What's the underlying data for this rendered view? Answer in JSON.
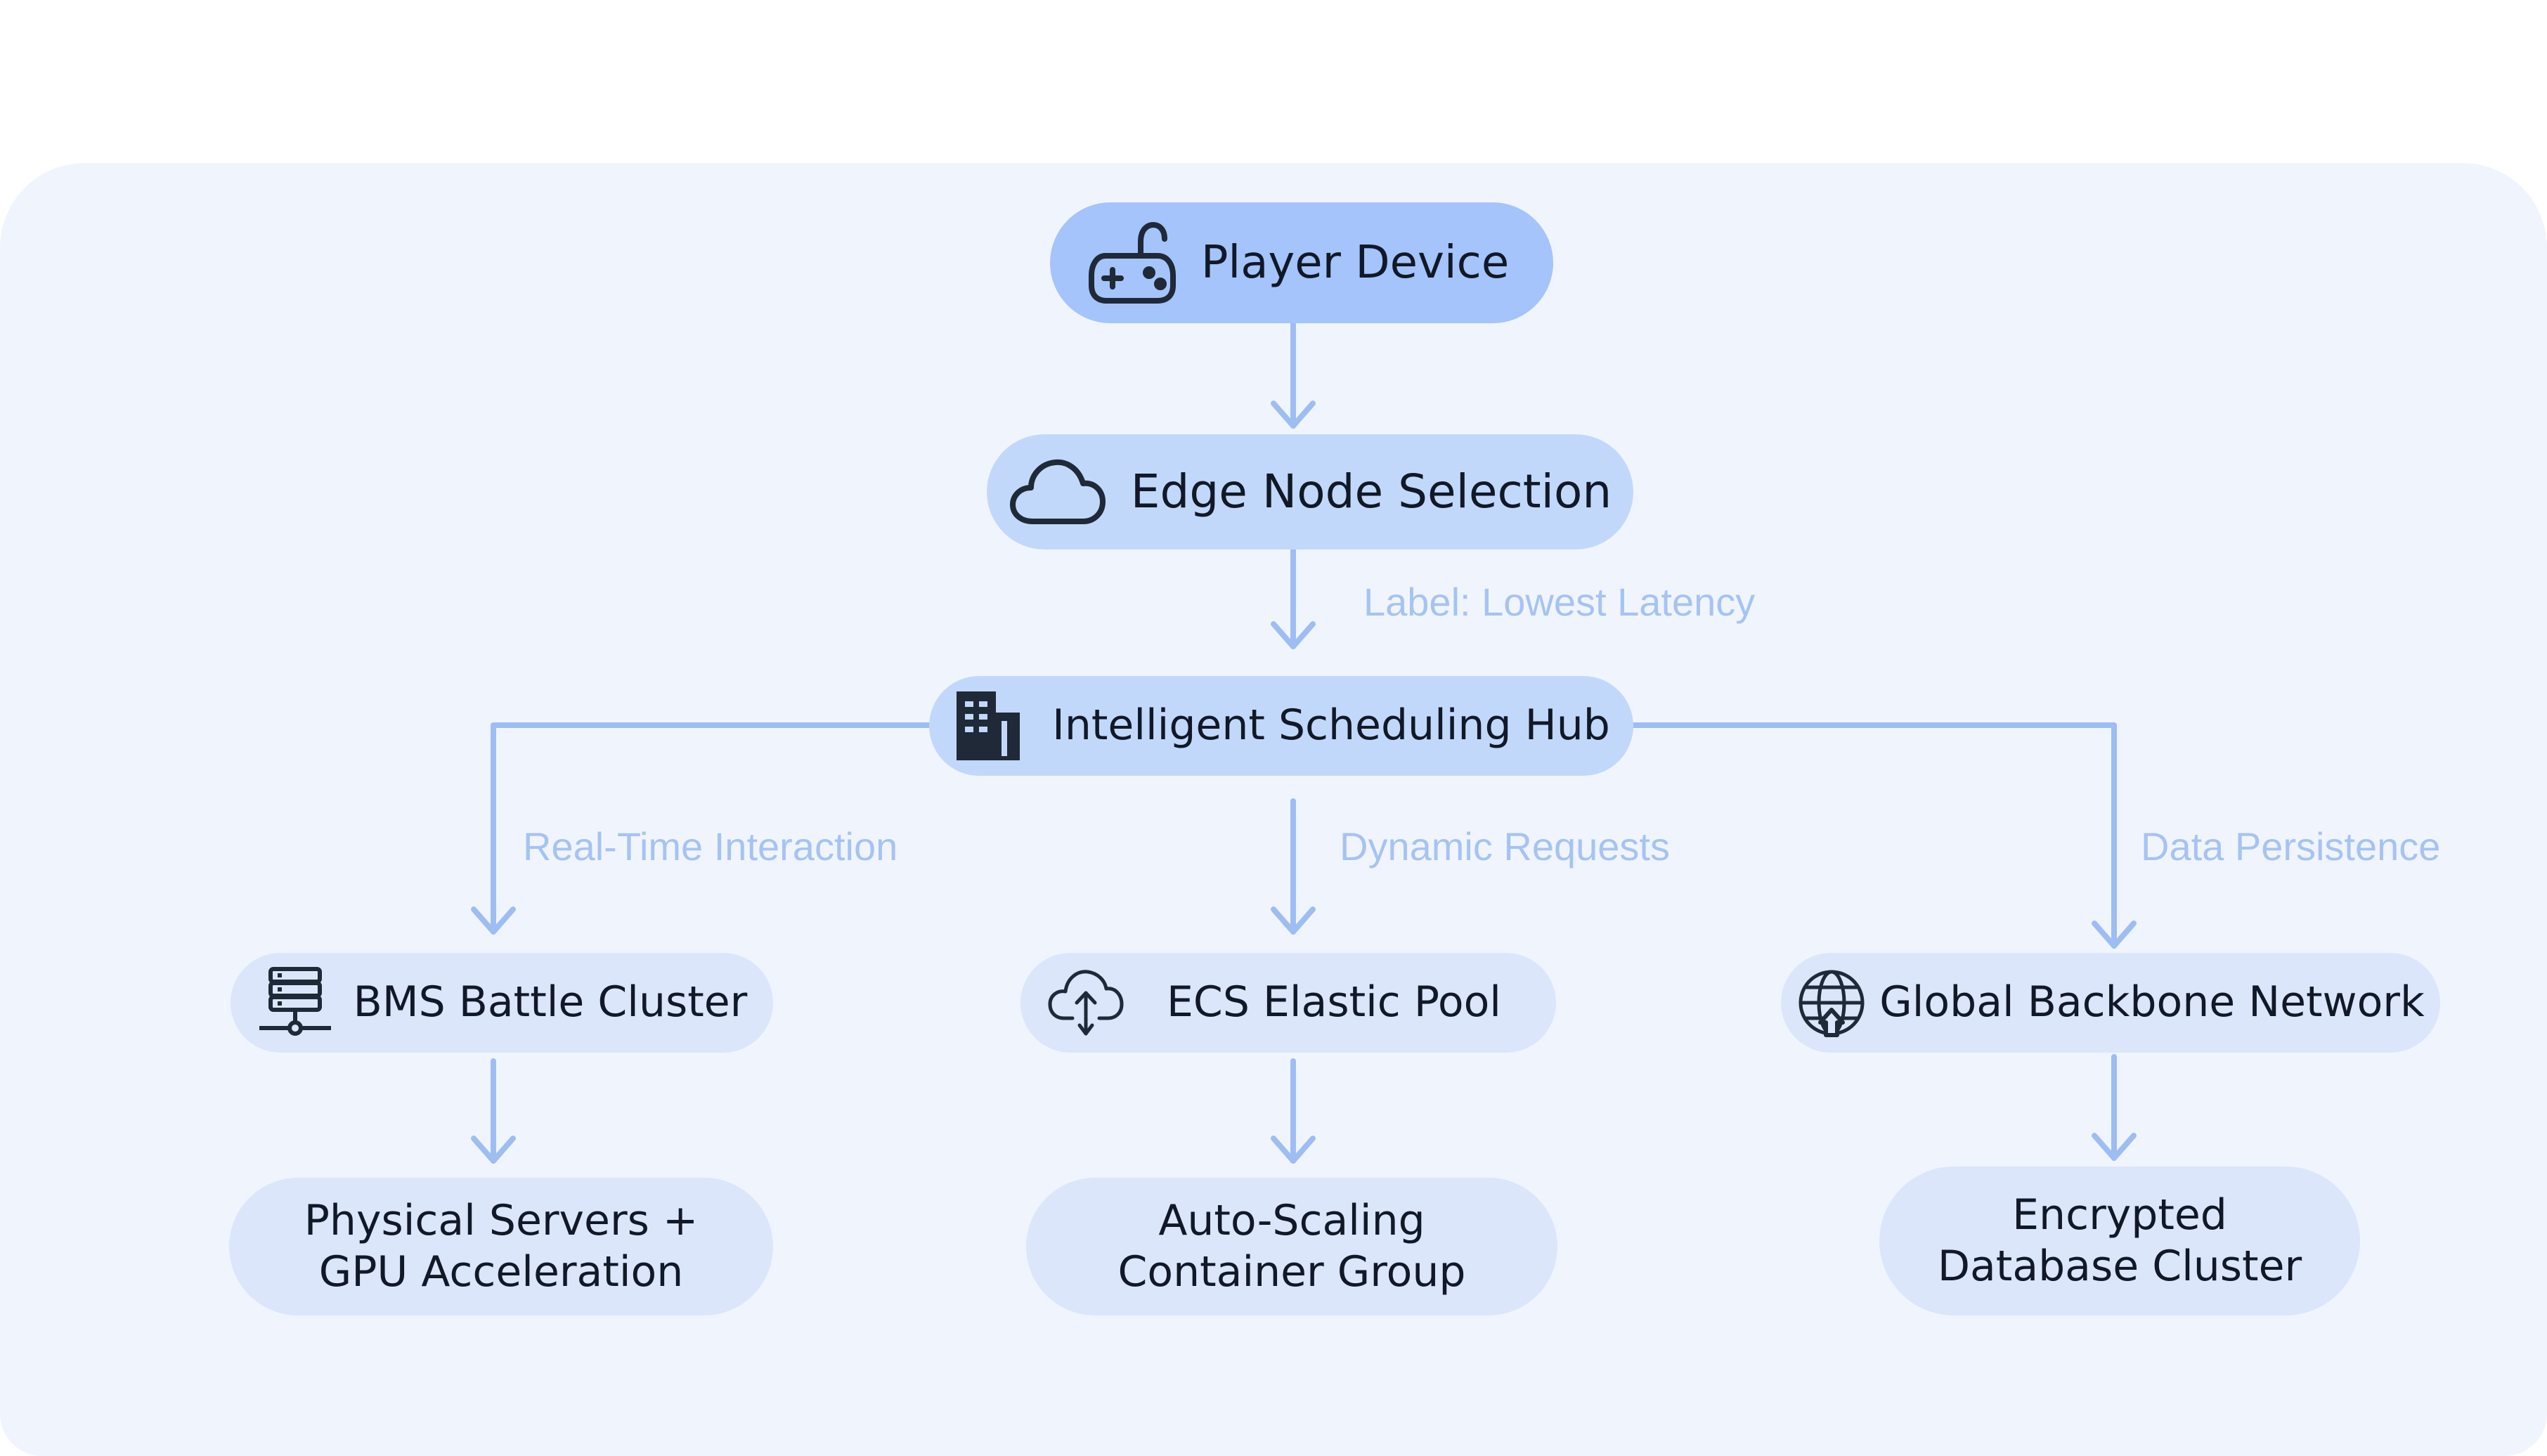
{
  "colors": {
    "panel": "#f0f5fd",
    "node_primary": "#a4c4fb",
    "node_secondary": "#c2d8fb",
    "node_tertiary": "#dbe6fb",
    "connector": "#9dbdf3",
    "edge_label": "#a6c3f3",
    "text": "#111827"
  },
  "nodes": {
    "player_device": {
      "label": "Player Device",
      "icon": "gamepad-icon"
    },
    "edge_node_selection": {
      "label": "Edge Node Selection",
      "icon": "cloud-icon"
    },
    "scheduling_hub": {
      "label": "Intelligent Scheduling Hub",
      "icon": "building-icon"
    },
    "bms_cluster": {
      "label": "BMS Battle Cluster",
      "icon": "server-icon"
    },
    "ecs_pool": {
      "label": "ECS Elastic Pool",
      "icon": "cloud-upload-icon"
    },
    "backbone_network": {
      "label": "Global Backbone Network",
      "icon": "globe-icon"
    },
    "physical_servers": {
      "label": "Physical Servers + GPU Acceleration"
    },
    "container_group": {
      "label": "Auto-Scaling Container Group"
    },
    "database_cluster": {
      "label": "Encrypted Database Cluster"
    }
  },
  "edge_labels": {
    "lowest_latency": "Label: Lowest Latency",
    "real_time": "Real-Time Interaction",
    "dynamic_requests": "Dynamic Requests",
    "data_persistence": "Data Persistence"
  }
}
